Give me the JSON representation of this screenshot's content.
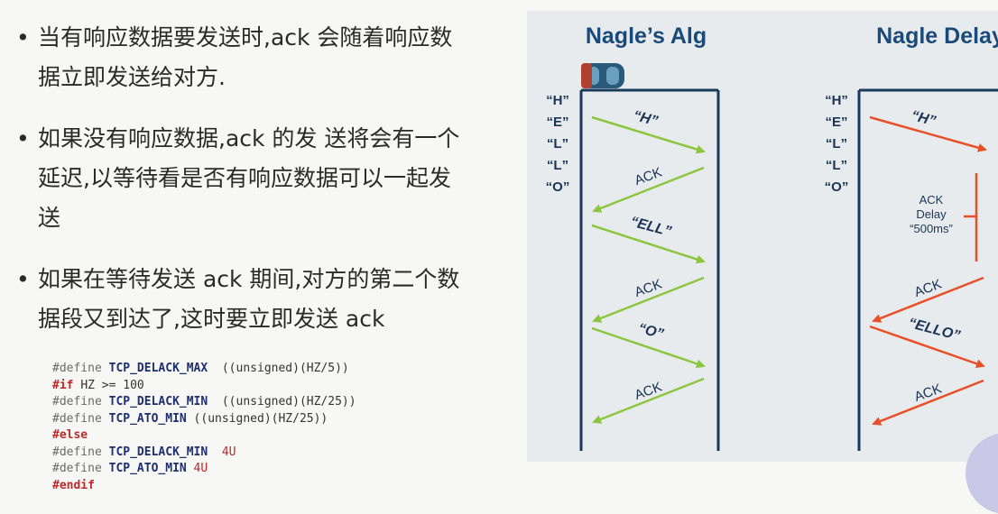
{
  "bullets": [
    {
      "marker": "•",
      "lines": [
        "当有响应数据要发送时,ack 会随着响应数",
        "据立即发送给对方."
      ]
    },
    {
      "marker": "•",
      "lines": [
        "如果没有响应数据,ack 的发 送将会有一个",
        "延迟,以等待看是否有响应数据可以一起发",
        "送"
      ]
    },
    {
      "marker": "•",
      "lines": [
        "如果在等待发送 ack 期间,对方的第二个数",
        "据段又到达了,这时要立即发送 ack"
      ]
    }
  ],
  "code": {
    "define": "#define",
    "if": "#if",
    "else": "#else",
    "endif": "#endif",
    "tcp_delack_max": "TCP_DELACK_MAX",
    "tcp_delack_min": "TCP_DELACK_MIN",
    "tcp_ato_min": "TCP_ATO_MIN",
    "expr_hz5": "((unsigned)(HZ/5))",
    "expr_hz25": "((unsigned)(HZ/25))",
    "hz_cond": "HZ >= 100",
    "val_4u": "4U"
  },
  "diagram": {
    "left_title": "Nagle’s Alg",
    "right_title": "Nagle Delay",
    "letters": [
      "“H”",
      "“E”",
      "“L”",
      "“L”",
      "“O”"
    ],
    "left_labels": [
      "“H”",
      "ACK",
      "“ELL”",
      "ACK",
      "“O”",
      "ACK"
    ],
    "right_labels": [
      "“H”",
      "ACK",
      "“ELLO”",
      "ACK"
    ],
    "delay_label": [
      "ACK",
      "Delay",
      "“500ms”"
    ],
    "colors": {
      "green": "#8cc63f",
      "orange": "#e8502a",
      "line": "#1a3a5c"
    }
  }
}
